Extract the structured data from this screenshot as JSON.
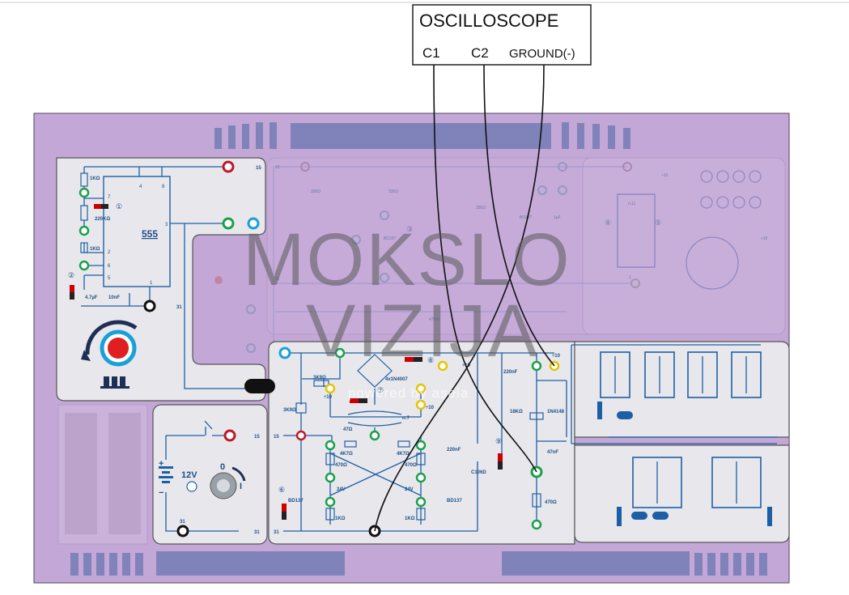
{
  "oscilloscope": {
    "title": "OSCILLOSCOPE",
    "channel1": "C1",
    "channel2": "C2",
    "ground": "GROUND(-)"
  },
  "watermark": {
    "line1": "MOKSLO",
    "line2": "VIZIJA",
    "tagline": "powered by asela"
  },
  "timer_module": {
    "ic_label": "555",
    "pins": [
      "4",
      "8",
      "7",
      "2",
      "6",
      "5",
      "3",
      "1"
    ],
    "components": [
      "1KΩ",
      "220KΩ",
      "1KΩ",
      "4.7µF",
      "10nF"
    ],
    "markers": [
      "①",
      "②"
    ],
    "rail_top": "15",
    "rail_bottom": "31"
  },
  "battery_module": {
    "voltage": "12V",
    "plus": "+",
    "minus": "−",
    "switch_states": [
      "0",
      "I"
    ],
    "rail_top": "15",
    "rail_bottom_left": "31",
    "rail_bottom_right": "31"
  },
  "converter_module": {
    "components": [
      "3K9Ω",
      "3K9Ω",
      "4x1N4007",
      "220nF",
      "18KΩ",
      "1N4148",
      "47Ω",
      "4K7Ω",
      "4K7Ω",
      "470Ω",
      "470Ω",
      "24V",
      "24V",
      "1KΩ",
      "1KΩ",
      "BD137",
      "BD137",
      "220nF",
      "C106D",
      "47nF",
      "470Ω",
      "n:7"
    ],
    "markers": [
      "⑥",
      "⑦",
      "⑧",
      "⑨"
    ],
    "dividers": [
      "÷10",
      "÷10",
      "÷10",
      "÷10"
    ],
    "rail_top": "15",
    "rail_bottom": "31"
  },
  "faded_module": {
    "components": [
      "330Ω",
      "330Ω",
      "330Ω",
      "BC337",
      "BD237",
      "1µF",
      "470nF",
      "n:11",
      "15"
    ],
    "markers": [
      "③",
      "④",
      "⑤"
    ],
    "dividers": [
      "÷10",
      "÷10"
    ],
    "rails": [
      "15",
      "31",
      "1"
    ]
  }
}
